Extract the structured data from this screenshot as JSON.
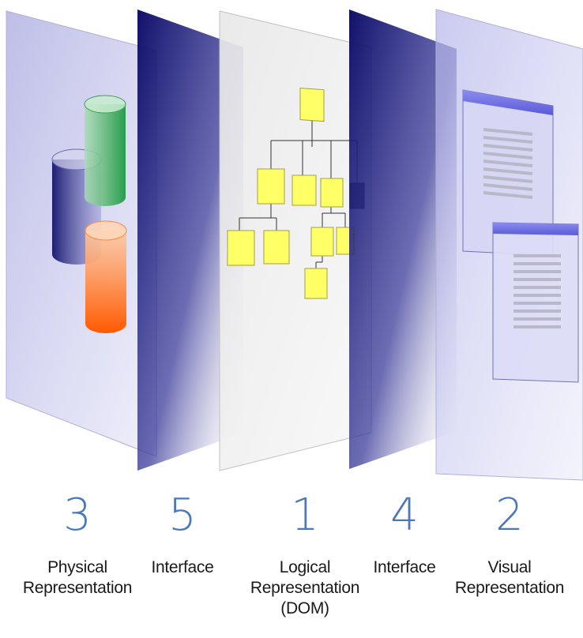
{
  "layers": [
    {
      "number": "3",
      "label": "Physical\nRepresentation"
    },
    {
      "number": "5",
      "label": "Interface"
    },
    {
      "number": "1",
      "label": "Logical\nRepresentation\n(DOM)"
    },
    {
      "number": "4",
      "label": "Interface"
    },
    {
      "number": "2",
      "label": "Visual\nRepresentation"
    }
  ],
  "colors": {
    "physical_plane": "#c8c8ee",
    "interface_plane": "#16167a",
    "logical_plane": "#ececec",
    "visual_plane": "#c8c8ee",
    "cylinder_green": "#2e9e4a",
    "cylinder_blue": "#1c1c7a",
    "cylinder_orange": "#ff6a10",
    "dom_node": "#ffff66",
    "dom_node_selected": "#555555",
    "window_titlebar": "#7070e0",
    "number_color": "#4a78b8"
  },
  "icons": {
    "storage": "cylinder-icon",
    "dom_tree": "tree-icon",
    "windows": "window-icon"
  }
}
